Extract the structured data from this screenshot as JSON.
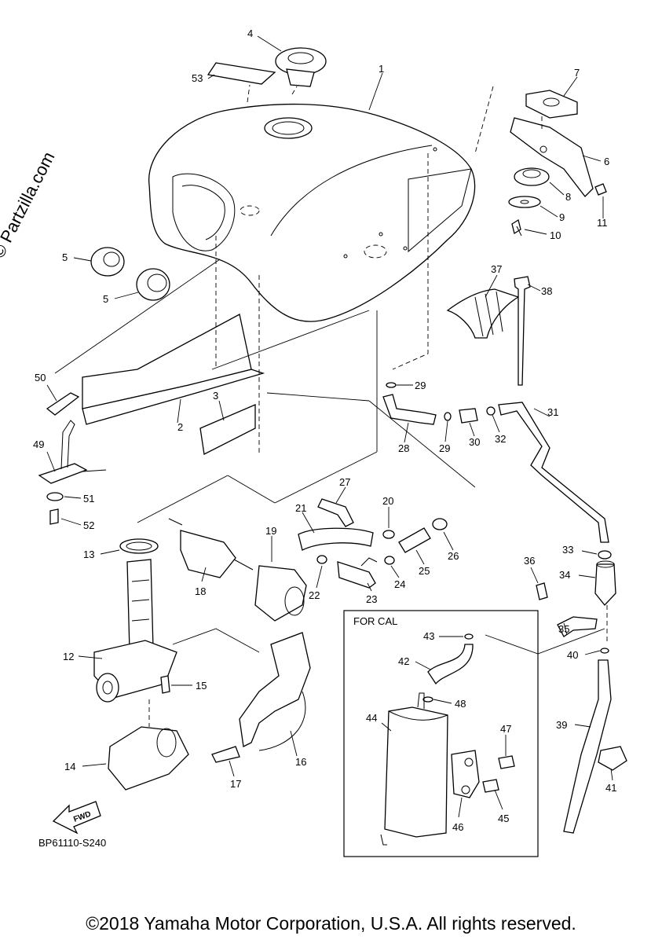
{
  "watermark": "© Partzilla.com",
  "diagram_code": "BP61110-S240",
  "copyright": "©2018 Yamaha Motor Corporation, U.S.A. All rights reserved.",
  "inset_title": "FOR CAL",
  "fwd_label": "FWD",
  "callouts": [
    "1",
    "2",
    "3",
    "4",
    "5",
    "5",
    "6",
    "7",
    "8",
    "9",
    "10",
    "11",
    "12",
    "13",
    "14",
    "15",
    "16",
    "17",
    "18",
    "19",
    "20",
    "21",
    "22",
    "23",
    "24",
    "25",
    "26",
    "27",
    "28",
    "29",
    "29",
    "30",
    "31",
    "32",
    "33",
    "34",
    "35",
    "36",
    "37",
    "38",
    "39",
    "40",
    "41",
    "42",
    "43",
    "44",
    "45",
    "46",
    "47",
    "48",
    "49",
    "50",
    "51",
    "52",
    "53"
  ]
}
